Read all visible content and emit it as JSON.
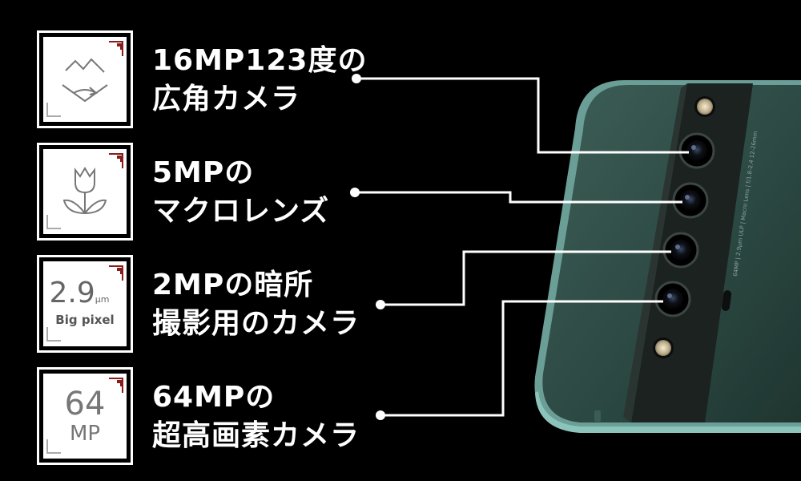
{
  "features": [
    {
      "icon": "wide-angle-icon",
      "line1": "16MP123度の",
      "line2": "広角カメラ"
    },
    {
      "icon": "tulip-icon",
      "line1": "5MPの",
      "line2": "マクロレンズ"
    },
    {
      "icon": "big-pixel-icon",
      "line1": "2MPの暗所",
      "line2": "撮影用のカメラ",
      "icon_text_value": "2.9",
      "icon_text_unit": "μm",
      "icon_text_caption": "Big pixel"
    },
    {
      "icon": "megapixel-icon",
      "line1": "64MPの",
      "line2": "超高画素カメラ",
      "icon_text_value": "64",
      "icon_text_caption": "MP"
    }
  ],
  "phone": {
    "body_color": "#2c4a43",
    "module_color": "#1d2322",
    "edge_color": "#5c8d86",
    "spec_text": "64MP | 2.9μm ULP | Macro Lens | f/1.8-2.4 12-26mm"
  },
  "colors": {
    "background": "#000000",
    "text": "#ffffff",
    "accent": "#8b1a1a"
  }
}
